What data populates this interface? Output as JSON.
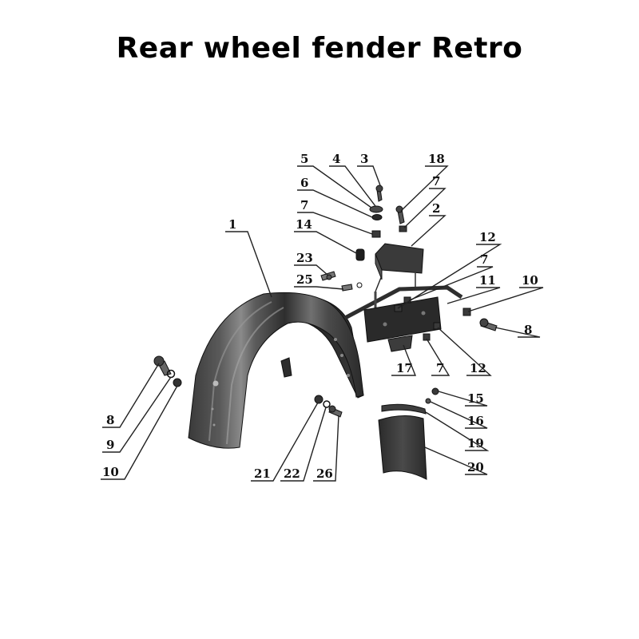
{
  "title": "Rear wheel fender Retro",
  "callouts": [
    {
      "id": "c1",
      "label": "1"
    },
    {
      "id": "c2",
      "label": "2"
    },
    {
      "id": "c3",
      "label": "3"
    },
    {
      "id": "c4",
      "label": "4"
    },
    {
      "id": "c5",
      "label": "5"
    },
    {
      "id": "c6",
      "label": "6"
    },
    {
      "id": "c7a",
      "label": "7"
    },
    {
      "id": "c7b",
      "label": "7"
    },
    {
      "id": "c7c",
      "label": "7"
    },
    {
      "id": "c7d",
      "label": "7"
    },
    {
      "id": "c8a",
      "label": "8"
    },
    {
      "id": "c8b",
      "label": "8"
    },
    {
      "id": "c9",
      "label": "9"
    },
    {
      "id": "c10a",
      "label": "10"
    },
    {
      "id": "c10b",
      "label": "10"
    },
    {
      "id": "c11",
      "label": "11"
    },
    {
      "id": "c12a",
      "label": "12"
    },
    {
      "id": "c12b",
      "label": "12"
    },
    {
      "id": "c14",
      "label": "14"
    },
    {
      "id": "c15",
      "label": "15"
    },
    {
      "id": "c16",
      "label": "16"
    },
    {
      "id": "c17",
      "label": "17"
    },
    {
      "id": "c18",
      "label": "18"
    },
    {
      "id": "c19",
      "label": "19"
    },
    {
      "id": "c20",
      "label": "20"
    },
    {
      "id": "c21",
      "label": "21"
    },
    {
      "id": "c22",
      "label": "22"
    },
    {
      "id": "c23",
      "label": "23"
    },
    {
      "id": "c25",
      "label": "25"
    },
    {
      "id": "c26",
      "label": "26"
    }
  ]
}
